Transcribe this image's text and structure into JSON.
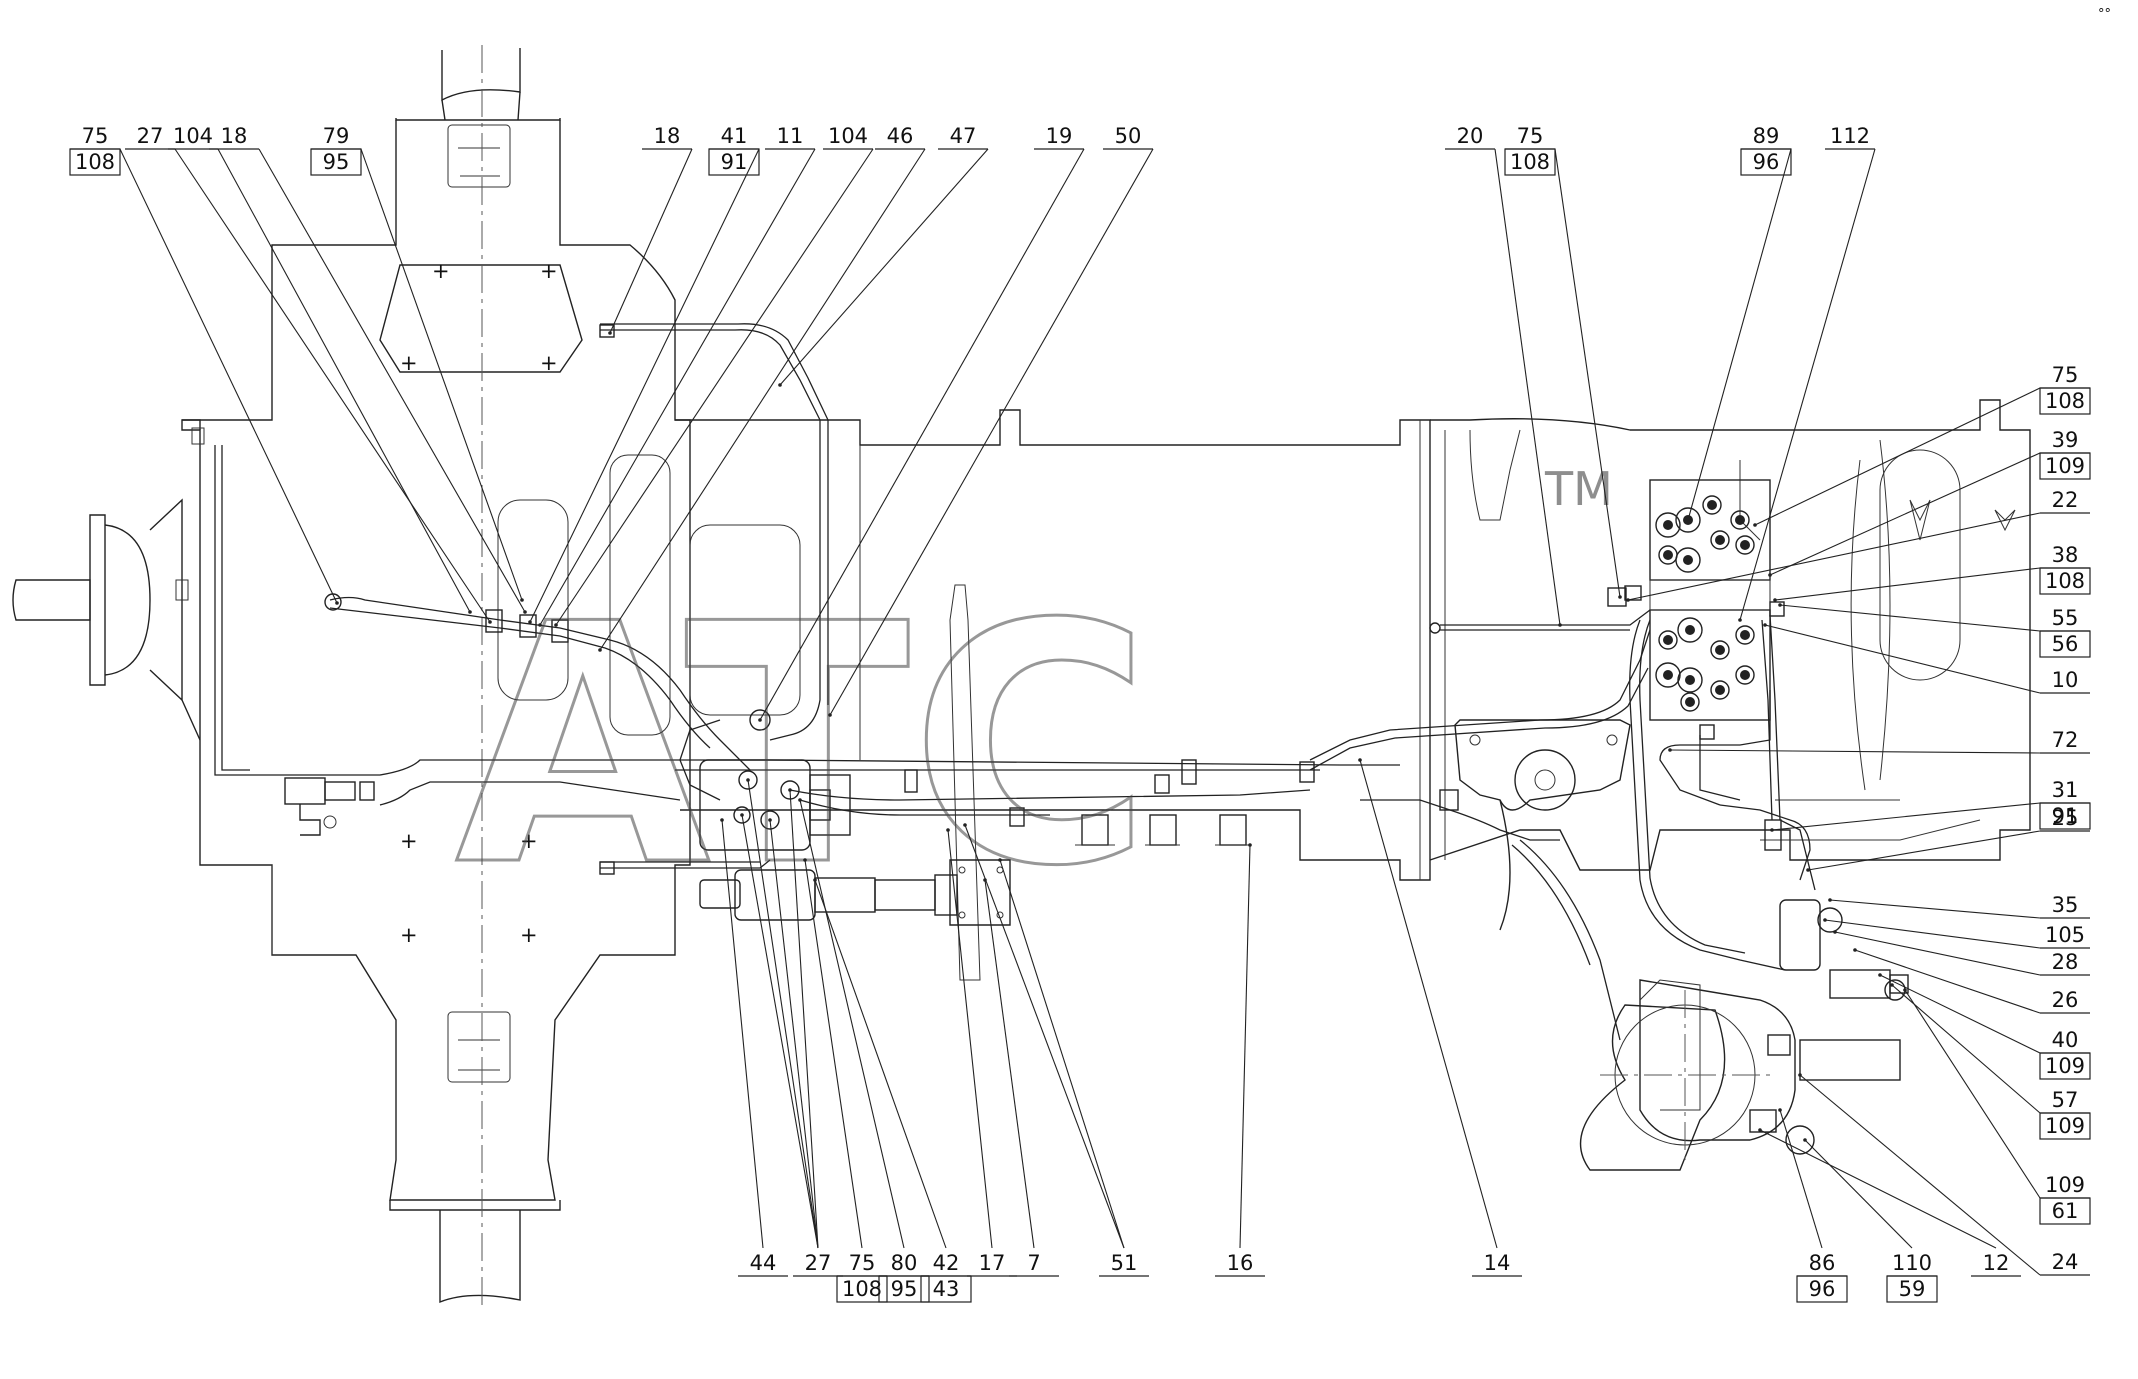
{
  "watermark": {
    "text": "ATC",
    "tm": "TM"
  },
  "corner_mark": "°°",
  "callouts_top": [
    {
      "id": "t1",
      "top": "75",
      "bottom": "108"
    },
    {
      "id": "t2",
      "top": "27"
    },
    {
      "id": "t3",
      "top": "104"
    },
    {
      "id": "t4",
      "top": "18"
    },
    {
      "id": "t5",
      "top": "79",
      "bottom": "95"
    },
    {
      "id": "t6",
      "top": "18"
    },
    {
      "id": "t7",
      "top": "41",
      "bottom": "91"
    },
    {
      "id": "t8",
      "top": "11"
    },
    {
      "id": "t9",
      "top": "104"
    },
    {
      "id": "t10",
      "top": "46"
    },
    {
      "id": "t11",
      "top": "47"
    },
    {
      "id": "t12",
      "top": "19"
    },
    {
      "id": "t13",
      "top": "50"
    },
    {
      "id": "t14",
      "top": "20"
    },
    {
      "id": "t15",
      "top": "75",
      "bottom": "108"
    },
    {
      "id": "t16",
      "top": "89",
      "bottom": "96"
    },
    {
      "id": "t17",
      "top": "112"
    }
  ],
  "callouts_right": [
    {
      "id": "r1",
      "top": "75",
      "bottom": "108"
    },
    {
      "id": "r2",
      "top": "39",
      "bottom": "109"
    },
    {
      "id": "r3",
      "top": "22"
    },
    {
      "id": "r4",
      "top": "38",
      "bottom": "108"
    },
    {
      "id": "r5",
      "top": "55",
      "bottom": "56"
    },
    {
      "id": "r6",
      "top": "10"
    },
    {
      "id": "r7",
      "top": "72"
    },
    {
      "id": "r8",
      "top": "31",
      "bottom": "91"
    },
    {
      "id": "r9",
      "top": "25"
    },
    {
      "id": "r10",
      "top": "35"
    },
    {
      "id": "r11",
      "top": "105"
    },
    {
      "id": "r12",
      "top": "28"
    },
    {
      "id": "r13",
      "top": "26"
    },
    {
      "id": "r14",
      "top": "40",
      "bottom": "109"
    },
    {
      "id": "r15",
      "top": "57",
      "bottom": "109"
    },
    {
      "id": "r16",
      "top": "109",
      "bottom": "61"
    },
    {
      "id": "r17",
      "top": "24"
    }
  ],
  "callouts_bottom": [
    {
      "id": "b1",
      "top": "44"
    },
    {
      "id": "b2",
      "top": "27"
    },
    {
      "id": "b3",
      "top": "75",
      "bottom": "108"
    },
    {
      "id": "b4",
      "top": "80",
      "bottom": "95"
    },
    {
      "id": "b5",
      "top": "42",
      "bottom": "43"
    },
    {
      "id": "b6",
      "top": "17"
    },
    {
      "id": "b7",
      "top": "7"
    },
    {
      "id": "b8",
      "top": "51"
    },
    {
      "id": "b9",
      "top": "16"
    },
    {
      "id": "b10",
      "top": "14"
    },
    {
      "id": "b11",
      "top": "86",
      "bottom": "96"
    },
    {
      "id": "b12",
      "top": "110",
      "bottom": "59"
    },
    {
      "id": "b13",
      "top": "12"
    }
  ],
  "colors": {
    "line": "#222222",
    "background": "#ffffff",
    "watermark": "#444444"
  }
}
